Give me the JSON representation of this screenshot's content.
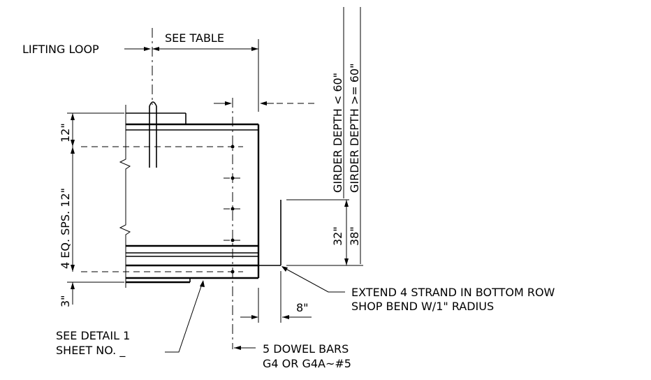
{
  "drawing": {
    "labels": {
      "lifting_loop": "LIFTING LOOP",
      "see_table": "SEE TABLE",
      "girder_depth_lt": "GIRDER DEPTH < 60\"",
      "girder_depth_ge": "GIRDER DEPTH >= 60\"",
      "dim_12_top": "12\"",
      "dim_eq_sps": "4 EQ. SPS. 12\"",
      "dim_3": "3\"",
      "dim_32": "32\"",
      "dim_38": "38\"",
      "dim_8": "8\"",
      "extend_line1": "EXTEND 4 STRAND IN BOTTOM ROW",
      "extend_line2": "SHOP BEND W/1\" RADIUS",
      "see_detail_line1": "SEE DETAIL 1",
      "see_detail_line2": "SHEET NO. _",
      "dowel_line1": "5 DOWEL BARS",
      "dowel_line2": "G4 OR G4A~#5"
    }
  }
}
